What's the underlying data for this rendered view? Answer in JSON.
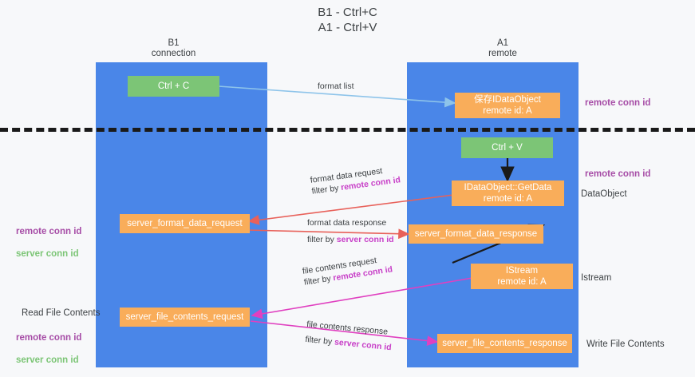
{
  "title": "B1 - Ctrl+C\nA1 - Ctrl+V",
  "lanes": [
    {
      "name": "b1",
      "header": "B1\nconnection"
    },
    {
      "name": "a1",
      "header": "A1\nremote"
    }
  ],
  "boxes": [
    {
      "id": "ctrl-c",
      "label": "Ctrl + C",
      "color": "green"
    },
    {
      "id": "save-idataobject",
      "label": "保存IDataObject\nremote id: A",
      "color": "orange"
    },
    {
      "id": "ctrl-v",
      "label": "Ctrl + V",
      "color": "green"
    },
    {
      "id": "idataobject-getdata",
      "label": "IDataObject::GetData\nremote id: A",
      "color": "orange"
    },
    {
      "id": "server-format-data-request",
      "label": "server_format_data_request",
      "color": "orange"
    },
    {
      "id": "server-format-data-response",
      "label": "server_format_data_response",
      "color": "orange"
    },
    {
      "id": "istream",
      "label": "IStream\nremote id: A",
      "color": "orange"
    },
    {
      "id": "server-file-contents-request",
      "label": "server_file_contents_request",
      "color": "orange"
    },
    {
      "id": "server-file-contents-response",
      "label": "server_file_contents_response",
      "color": "orange"
    }
  ],
  "arrow_labels": [
    {
      "id": "format-list",
      "line1": "format list",
      "line2": "",
      "hl": ""
    },
    {
      "id": "format-data-request",
      "line1": "format data request",
      "line2_pre": "filter by ",
      "line2_hl": "remote conn id"
    },
    {
      "id": "format-data-response",
      "line1": "format data response",
      "line2_pre": "filter by ",
      "line2_hl": "server conn id"
    },
    {
      "id": "file-contents-request",
      "line1": "file contents request",
      "line2_pre": "filter by ",
      "line2_hl": "remote conn id"
    },
    {
      "id": "file-contents-response",
      "line1": "file contents response",
      "line2_pre": "filter by ",
      "line2_hl": "server conn id"
    }
  ],
  "right_notes": [
    {
      "id": "remote-conn-id-top",
      "text": "remote conn id",
      "style": "purple"
    },
    {
      "id": "remote-conn-id-second",
      "text": "remote conn id",
      "style": "purple"
    },
    {
      "id": "dataobject",
      "text": "DataObject",
      "style": "plain"
    },
    {
      "id": "istream-note",
      "text": "Istream",
      "style": "plain"
    },
    {
      "id": "write-file-contents",
      "text": "Write File Contents",
      "style": "plain"
    }
  ],
  "left_notes": [
    {
      "id": "ids-left-upper",
      "line1": "remote conn id",
      "line2": "server conn id"
    },
    {
      "id": "read-file-contents",
      "text": "Read File Contents"
    },
    {
      "id": "ids-left-lower",
      "line1": "remote conn id",
      "line2": "server conn id"
    }
  ],
  "colors": {
    "lane": "#4a86e8",
    "green_box": "#7cc576",
    "orange_box": "#f9ad5a",
    "purple_text": "#a64ca6",
    "green_text": "#7cc576",
    "magenta_arrow": "#e040c0",
    "red_arrow": "#e8615a",
    "blue_arrow": "#8ec4ea",
    "black_arrow": "#1a1a1a",
    "background": "#f7f8fa"
  }
}
